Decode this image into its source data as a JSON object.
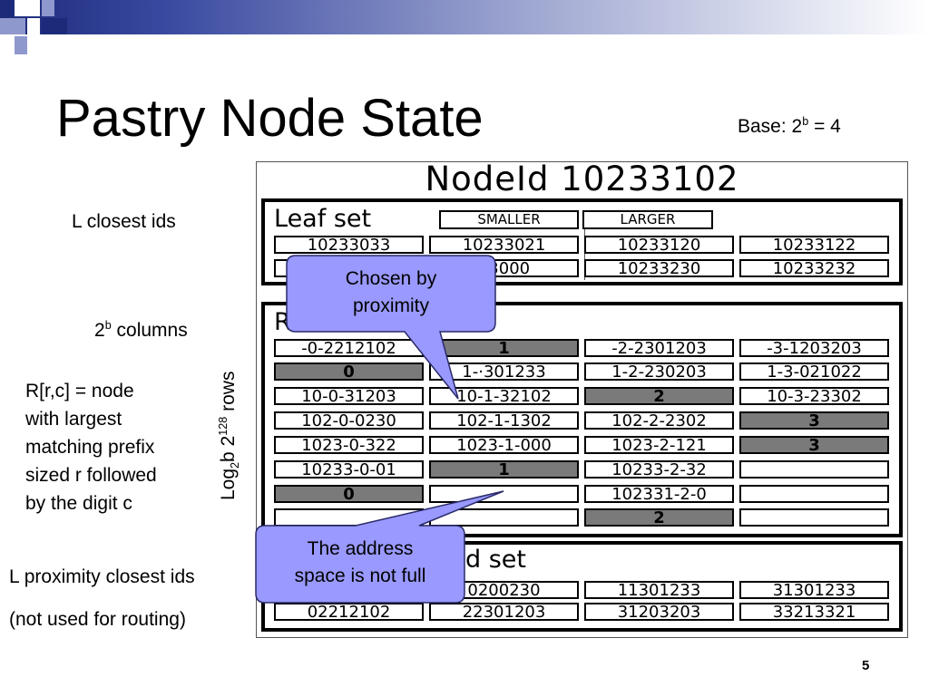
{
  "title": "Pastry Node State",
  "base": {
    "prefix": "Base: 2",
    "sup": "b",
    "suffix": " = 4"
  },
  "left_labels": {
    "leaf": "L closest ids",
    "columns_base": "2",
    "columns_sup": "b",
    "columns_suffix": " columns",
    "routing_def": [
      "R[r,c] = node",
      "with largest",
      "matching prefix",
      "sized r followed",
      "by the digit c"
    ],
    "neighborhood": "L proximity closest ids",
    "not_used": "(not used for routing)"
  },
  "rows_label": {
    "a": "Log",
    "sub": "2",
    "b": "b 2",
    "sup": "128",
    "c": " rows"
  },
  "table": {
    "node_id": "NodeId 10233102",
    "leaf_set": {
      "title": "Leaf set",
      "smaller": "SMALLER",
      "larger": "LARGER",
      "rows": [
        [
          "10233033",
          "10233021",
          "10233120",
          "10233122"
        ],
        [
          "",
          "33000",
          "10233230",
          "10233232"
        ]
      ]
    },
    "routing_table": {
      "title": "R",
      "rows": [
        [
          {
            "t": "-0-2212102",
            "d": false
          },
          {
            "t": "1",
            "d": true
          },
          {
            "t": "-2-2301203",
            "d": false
          },
          {
            "t": "-3-1203203",
            "d": false
          }
        ],
        [
          {
            "t": "0",
            "d": true
          },
          {
            "t": "1-·301233",
            "d": false
          },
          {
            "t": "1-2-230203",
            "d": false
          },
          {
            "t": "1-3-021022",
            "d": false
          }
        ],
        [
          {
            "t": "10-0-31203",
            "d": false
          },
          {
            "t": "10-1-32102",
            "d": false
          },
          {
            "t": "2",
            "d": true
          },
          {
            "t": "10-3-23302",
            "d": false
          }
        ],
        [
          {
            "t": "102-0-0230",
            "d": false
          },
          {
            "t": "102-1-1302",
            "d": false
          },
          {
            "t": "102-2-2302",
            "d": false
          },
          {
            "t": "3",
            "d": true
          }
        ],
        [
          {
            "t": "1023-0-322",
            "d": false
          },
          {
            "t": "1023-1-000",
            "d": false
          },
          {
            "t": "1023-2-121",
            "d": false
          },
          {
            "t": "3",
            "d": true
          }
        ],
        [
          {
            "t": "10233-0-01",
            "d": false
          },
          {
            "t": "1",
            "d": true
          },
          {
            "t": "10233-2-32",
            "d": false
          },
          {
            "t": "",
            "d": false
          }
        ],
        [
          {
            "t": "0",
            "d": true
          },
          {
            "t": "",
            "d": false
          },
          {
            "t": "102331-2-0",
            "d": false
          },
          {
            "t": "",
            "d": false
          }
        ],
        [
          {
            "t": "",
            "d": false
          },
          {
            "t": "",
            "d": false
          },
          {
            "t": "2",
            "d": true
          },
          {
            "t": "",
            "d": false
          }
        ]
      ]
    },
    "neighborhood_set": {
      "title": "d set",
      "rows": [
        [
          "",
          "0200230",
          "11301233",
          "31301233"
        ],
        [
          "02212102",
          "22301203",
          "31203203",
          "33213321"
        ]
      ]
    }
  },
  "callouts": {
    "chosen": [
      "Chosen by",
      "proximity"
    ],
    "address": [
      "The address",
      "space is not full"
    ]
  },
  "page_number": "5",
  "colors": {
    "callout_fill": "#9999ff",
    "dark_cell": "#7a7a7a"
  }
}
